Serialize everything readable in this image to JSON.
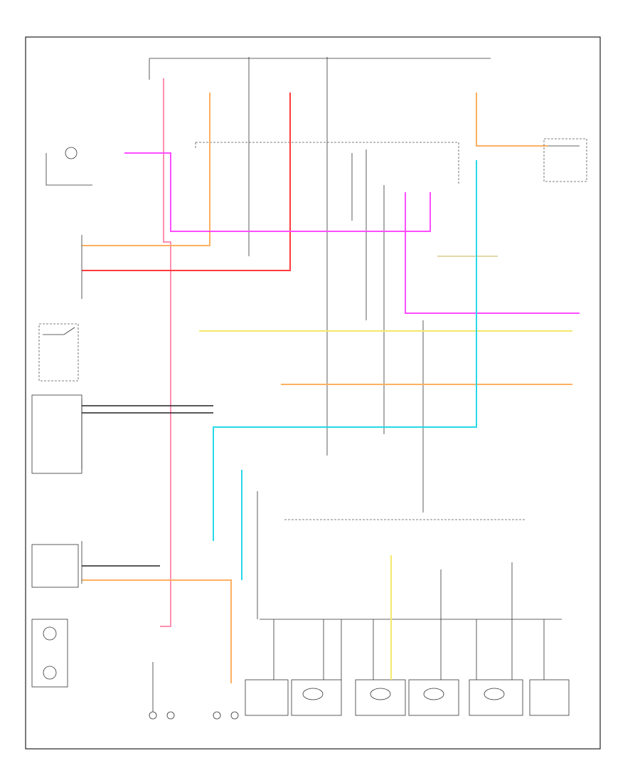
{
  "colors": {
    "pink": "#ff8fb0",
    "magenta": "#ff4dff",
    "orange": "#ffb060",
    "red": "#ff3b3b",
    "yellow": "#f5e86a",
    "tan": "#d8c890",
    "cyan": "#27d8e8",
    "black": "#222222",
    "gray": "#777777"
  },
  "wires": [
    {
      "name": "wire-pink-left-vertical",
      "color": "pink"
    },
    {
      "name": "wire-orange-center",
      "color": "orange"
    },
    {
      "name": "wire-red-center",
      "color": "red"
    },
    {
      "name": "wire-magenta-top",
      "color": "magenta"
    },
    {
      "name": "wire-magenta-right",
      "color": "magenta"
    },
    {
      "name": "wire-orange-right-top",
      "color": "orange"
    },
    {
      "name": "wire-yellow-horizontal",
      "color": "yellow"
    },
    {
      "name": "wire-tan-horizontal",
      "color": "tan"
    },
    {
      "name": "wire-orange-horizontal",
      "color": "orange"
    },
    {
      "name": "wire-cyan-main",
      "color": "cyan"
    },
    {
      "name": "wire-cyan-lower",
      "color": "cyan"
    },
    {
      "name": "wire-orange-lower",
      "color": "orange"
    }
  ],
  "components": [
    {
      "name": "lamp-license-left"
    },
    {
      "name": "lamp-left-tail-1"
    },
    {
      "name": "lamp-left-tail-2"
    },
    {
      "name": "lamp-right-tail-1"
    },
    {
      "name": "lamp-right-tail-2"
    },
    {
      "name": "lamp-license-right"
    }
  ]
}
